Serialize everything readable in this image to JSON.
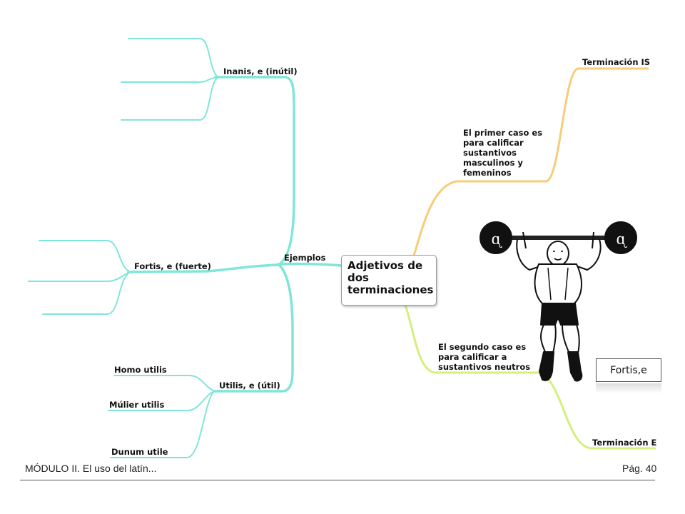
{
  "colors": {
    "left_branch": "#7fe6d8",
    "upper_right_branch": "#f7cc7a",
    "lower_right_branch": "#d4ef7a",
    "central_border": "#9a9a9a"
  },
  "central_topic": {
    "line1": "Adjetivos de",
    "line2": "dos",
    "line3": "terminaciones"
  },
  "ejemplos": "Ejemplos",
  "examples": {
    "inanis": "Inanis, e (inútil)",
    "fortis": "Fortis, e (fuerte)",
    "utilis": "Utilis, e (útil)",
    "utilis_children": [
      "Homo utilis",
      "Múlier utilis",
      "Dunum utile"
    ]
  },
  "right_upper": {
    "description_lines": [
      "El primer caso es",
      "para calificar",
      "sustantivos",
      "masculinos y",
      "femeninos"
    ],
    "ending": "Terminación IS"
  },
  "right_lower": {
    "description_lines": [
      "El segundo caso es",
      "para calificar a",
      "sustantivos neutros"
    ],
    "ending": "Terminación E"
  },
  "image": {
    "icon": "weightlifter-icon",
    "plate_glyph": "ᶐ",
    "caption": "Fortis,e"
  },
  "footer": {
    "left": "MÓDULO II. El uso del latín...",
    "right": "Pág. 40"
  }
}
